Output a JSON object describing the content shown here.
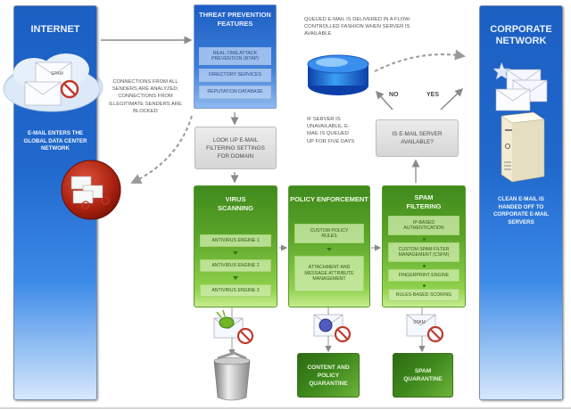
{
  "colors": {
    "side_panel_blue": "#1c5fc2",
    "threat_blue": "#1d5ec4",
    "filter_green": "#5aa328",
    "quarantine_green": "#3f8a1d",
    "decision_gray": "#d9d9d9",
    "blocked_red": "#b42a1a"
  },
  "internet": {
    "title": "INTERNET",
    "description": "E-MAIL ENTERS THE GLOBAL DATA CENTER NETWORK",
    "cloud_icon": "cloud-icon",
    "spam_label": "SPAM"
  },
  "connections_note": "CONNECTIONS FROM ALL SENDERS ARE ANALYZED; CONNECTIONS FROM ILLEGITIMATE SENDERS ARE BLOCKED",
  "threat_prevention": {
    "title": "THREAT PREVENTION FEATURES",
    "items": [
      "REAL-TIME ATTACK PREVENTION (RTAP)",
      "DIRECTORY SERVICES",
      "REPUTATION DATABASE"
    ]
  },
  "lookup": {
    "label": "LOOK UP E-MAIL FILTERING SETTINGS FOR DOMAIN"
  },
  "virus_scanning": {
    "title": "VIRUS SCANNING",
    "items": [
      "ANTIVIRUS ENGINE 1",
      "ANTIVIRUS ENGINE 2",
      "ANTIVIRUS ENGINE 3"
    ]
  },
  "policy_enforcement": {
    "title": "POLICY ENFORCEMENT",
    "items": [
      "CUSTOM POLICY RULES",
      "ATTACHMENT AND MESSAGE ATTRIBUTE MANAGEMENT"
    ]
  },
  "spam_filtering": {
    "title": "SPAM FILTERING",
    "items": [
      "IP-BASED AUTHENTICATION",
      "CUSTOM SPAM FILTER MANAGEMENT (CSFM)",
      "FINGERPRINT ENGINE",
      "RULES-BASED SCORING"
    ]
  },
  "queue": {
    "delivered_note": "QUEUED E-MAIL IS DELIVERED IN A FLOW-CONTROLLED FASHION WHEN SERVER IS AVAILABLE",
    "unavailable_note": "IF SERVER IS UNAVAILABLE, E-MAIL IS QUEUED UP FOR FIVE DAYS",
    "decision": "IS E-MAIL SERVER AVAILABLE?",
    "no_label": "NO",
    "yes_label": "YES"
  },
  "outcomes": {
    "content_quarantine": "CONTENT AND POLICY QUARANTINE",
    "spam_quarantine": "SPAM QUARANTINE",
    "spam_envelope_label": "SPAM"
  },
  "corporate": {
    "title": "CORPORATE NETWORK",
    "description": "CLEAN E-MAIL IS HANDED OFF TO CORPORATE E-MAIL SERVERS"
  }
}
